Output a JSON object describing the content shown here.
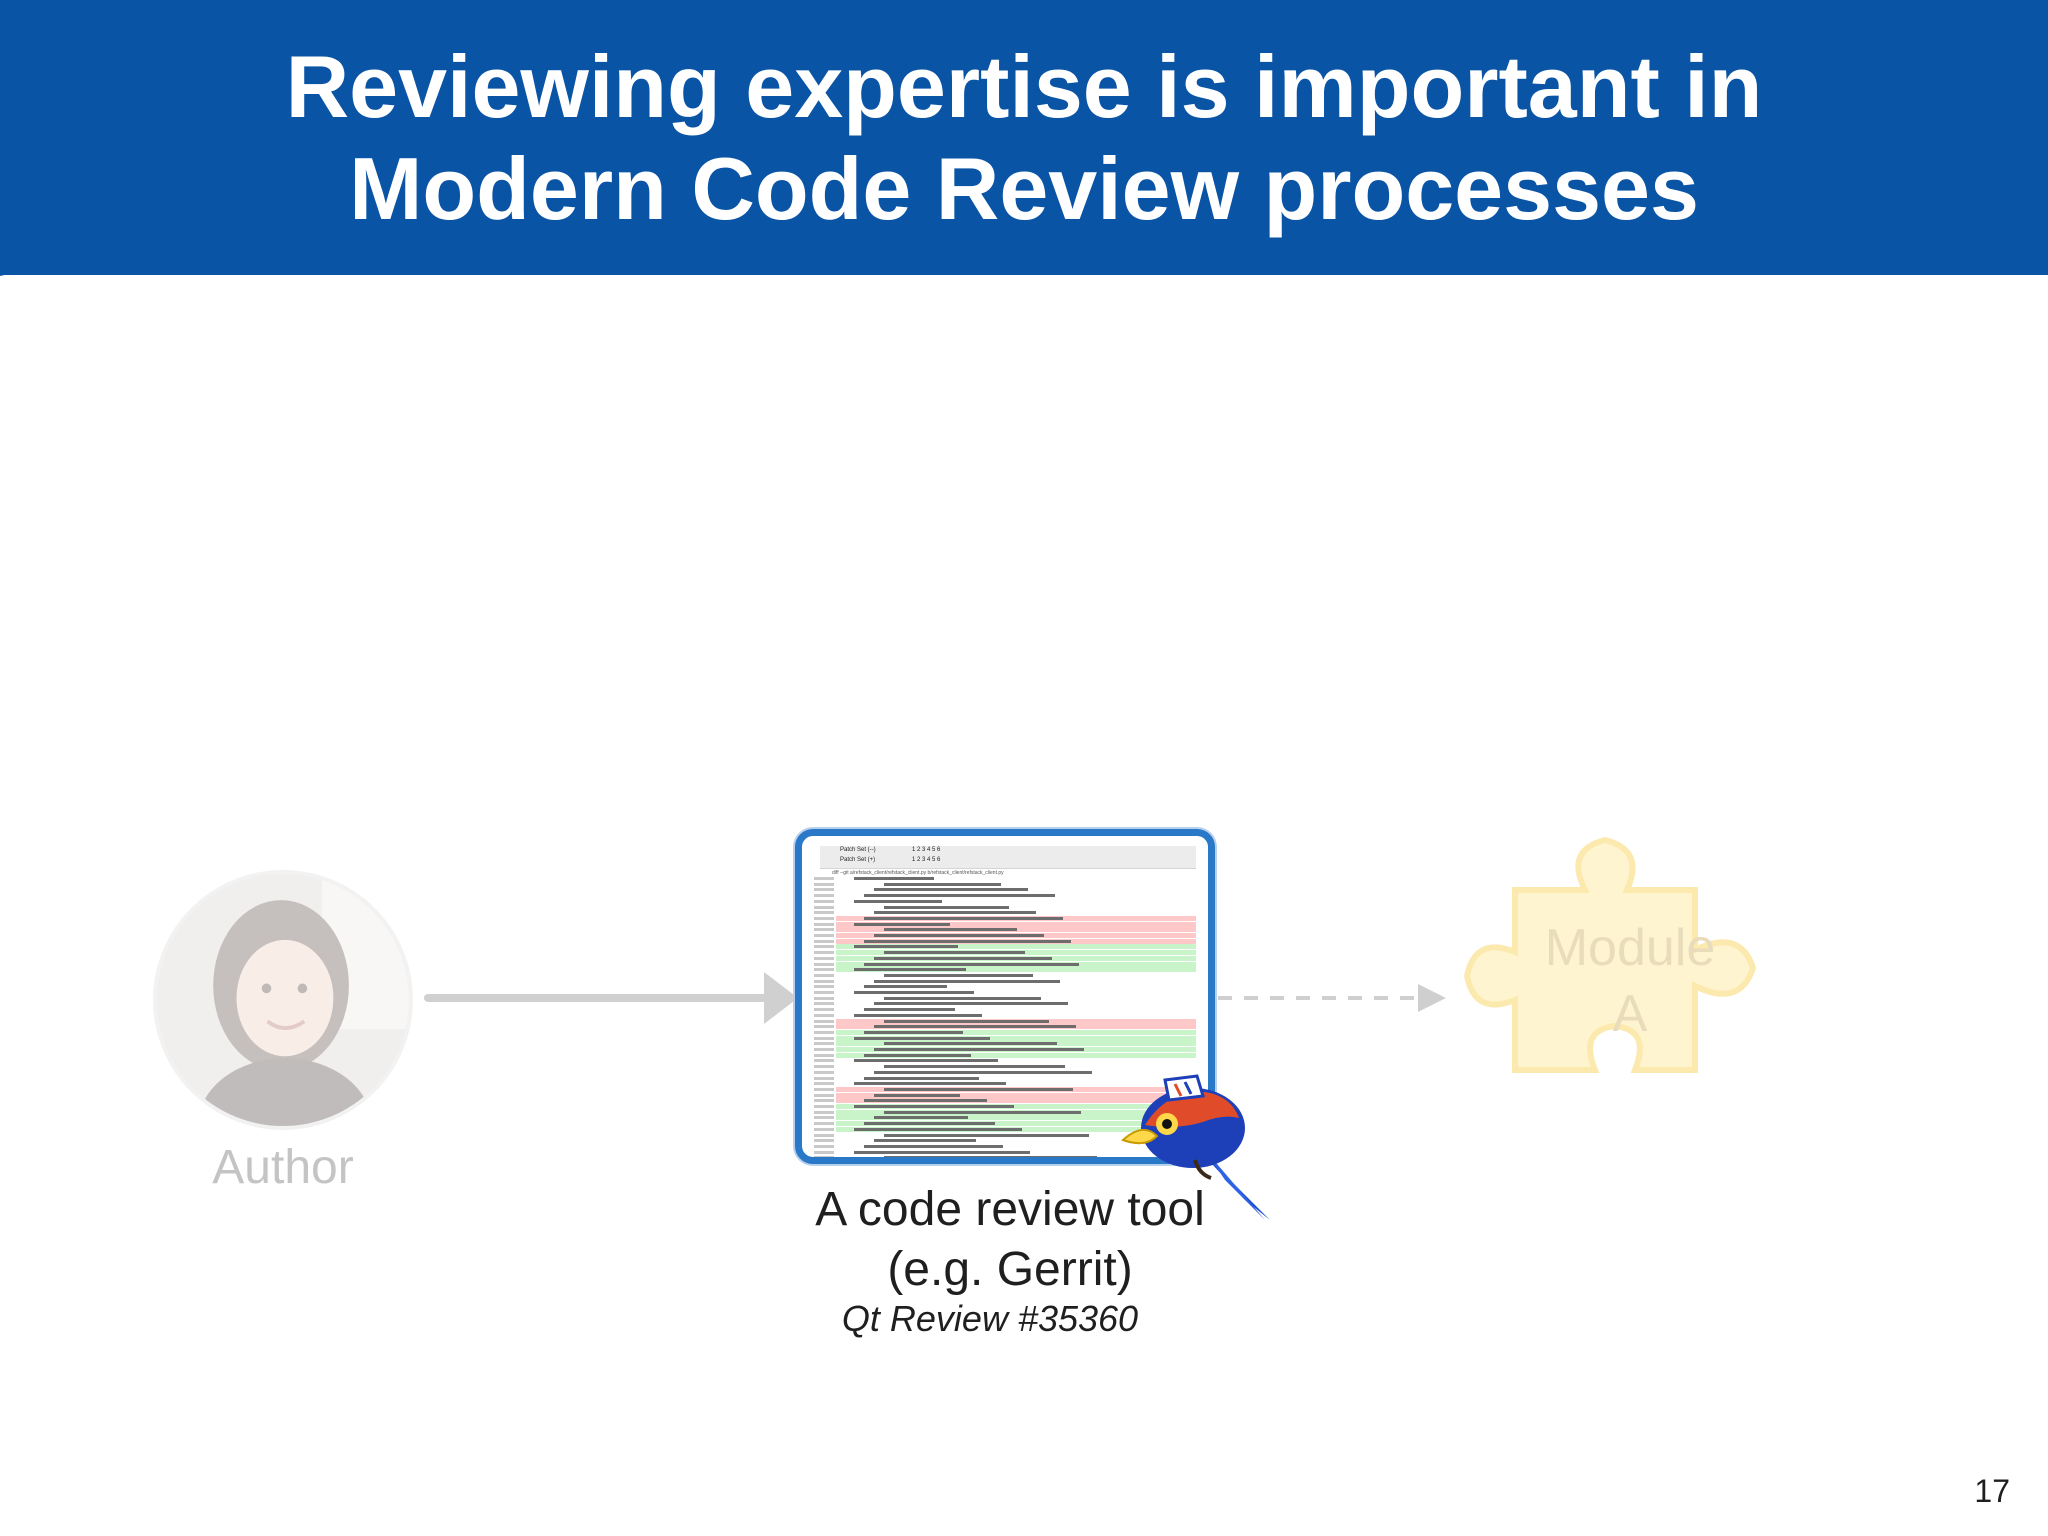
{
  "slide": {
    "title_lines": [
      "Reviewing expertise is important in",
      "Modern Code Review processes"
    ],
    "page_number": "17",
    "header_color": "#0a54a6"
  },
  "author": {
    "label": "Author"
  },
  "review_tool": {
    "caption_lines": [
      "A code review tool",
      "(e.g. Gerrit)"
    ],
    "source": "Qt Review #35360",
    "screenshot": {
      "patch_set_a": "Patch Set (--)",
      "patch_set_b": "Patch Set (+)",
      "patch_numbers": "1 2 3 4 5 6",
      "diff_header": "diff --git a/refstack_client/refstack_client.py b/refstack_client/refstack_client.py"
    }
  },
  "module": {
    "label_lines": [
      "Module",
      "A"
    ]
  },
  "colors": {
    "tool_border": "#2a78c8",
    "arrow_gray": "#d0d0d0",
    "puzzle_fill": "#fff3cc",
    "diff_removed": "#ffc8c8",
    "diff_added": "#c9f3c9"
  }
}
